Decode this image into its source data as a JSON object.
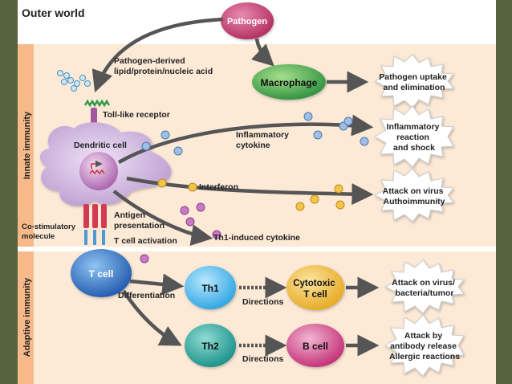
{
  "regions": {
    "outer_world": "Outer world",
    "innate_immunity": "Innate immunity",
    "adaptive_immunity": "Adaptive immunity"
  },
  "nodes": {
    "pathogen": "Pathogen",
    "macrophage": "Macrophage",
    "dendritic_cell": "Dendritic cell",
    "t_cell": "T cell",
    "th1": "Th1",
    "th2": "Th2",
    "cytotoxic_t_cell": [
      "Cytotoxic",
      "T cell"
    ],
    "b_cell": "B cell"
  },
  "labels": {
    "pathogen_derived": [
      "Pathogen-derived",
      "lipid/protein/nucleic acid"
    ],
    "toll_like_receptor": "Toll-like receptor",
    "inflammatory_cytokine": [
      "Inflammatory",
      "cytokine"
    ],
    "interferon": "Interferon",
    "antigen_presentation": [
      "Antigen",
      "presentation"
    ],
    "co_stimulatory_molecule": [
      "Co-stimulatory",
      "molecule"
    ],
    "t_cell_activation": "T cell activation",
    "th1_induced_cytokine": "Th1-induced cytokine",
    "differentiation": "Differentiation",
    "directions_1": "Directions",
    "directions_2": "Directions"
  },
  "outcomes": {
    "uptake": [
      "Pathogen uptake",
      "and elimination"
    ],
    "inflammatory": [
      "Inflammatory",
      "reaction",
      "and shock"
    ],
    "virus": [
      "Attack on virus",
      "Authoimmunity"
    ],
    "bacteria": [
      "Attack on virus/",
      "bacteria/tumor"
    ],
    "antibody": [
      "Attack by",
      "antibody release",
      "Allergic reactions"
    ]
  },
  "colors": {
    "innate_bg": "#fce9d6",
    "adaptive_bg": "#fce9d6",
    "sidebar": "#f7b98a",
    "pathogen": "#c23a6a",
    "macrophage": "#2f9a45",
    "dendritic": "#c7a6d9",
    "tcell": "#2b64b8",
    "th1": "#39aee8",
    "th2": "#1f9c97",
    "cytotoxic": "#f1b92e",
    "bcell": "#c6307a",
    "arrow": "#555555"
  }
}
